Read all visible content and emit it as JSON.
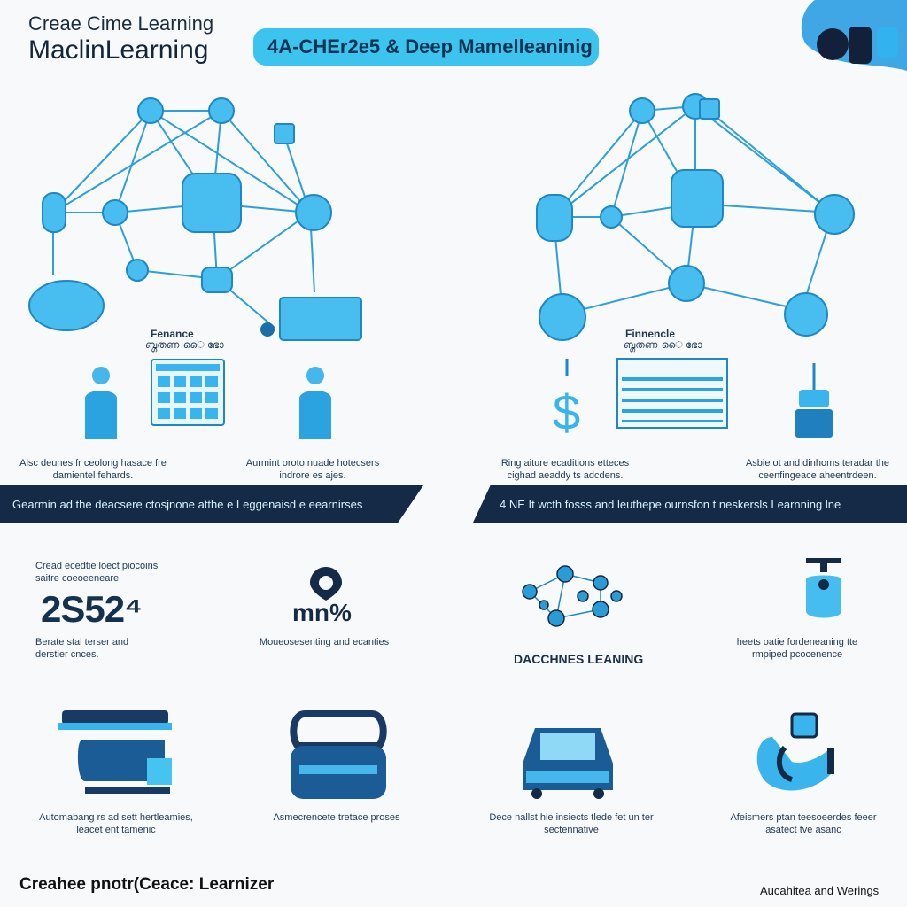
{
  "header": {
    "title_line1": "Creae Cime Learning",
    "title_line2": "MaclinLearning",
    "pill_text": "4A-CHEr2e5 & Deep Mamelleaninig"
  },
  "diagrams": {
    "left": {
      "caption_title": "Fenance",
      "caption_sub": "ബ്ഗതണ ൈ ഭോ",
      "note_left": "Alsc deunes fr ceolong hasace fre damientel fehards.",
      "note_right": "Aurmint oroto nuade hotecsers indrore es ajes."
    },
    "right": {
      "caption_title": "Finnencle",
      "caption_sub": "ബ്ഗതണ ൈ ഭോ",
      "note_left": "Ring aiture ecaditions etteces cighad aeaddy ts adcdens.",
      "note_right": "Asbie ot and dinhoms teradar the ceenfingeace aheentrdeen."
    }
  },
  "banners": {
    "left": "Gearmin ad the deacsere ctosjnone atthe e Leggenaisd e eearnirses",
    "right": "4 NE It wcth fosss and leuthepe ournsfon t neskersls Learnning lne"
  },
  "middle": {
    "stat_caption": "Cread ecedtie loect piocoins saitre coeoeeneare",
    "stat_value": "2S52⁴",
    "stat_sub": "Berate stal terser and derstier cnces.",
    "brand_text": "mn%",
    "brand_sub": "Moueosesenting and ecanties",
    "dl_label": "DACCHNES LEANING",
    "right_note": "heets oatie fordeneaning tte rmpiped pcocenence"
  },
  "bottom": {
    "item1": "Automabang rs ad sett hertleamies, leacet ent tamenic",
    "item2": "Asmecrencete tretace proses",
    "item3": "Dece nallst hie insiects tlede fet un ter sectennative",
    "item4": "Afeismers ptan teesoeerdes feeer asatect tve asanc",
    "footer_left": "Creahee pnotr(Ceace: Learnizer",
    "footer_right": "Aucahitea and Werings"
  }
}
